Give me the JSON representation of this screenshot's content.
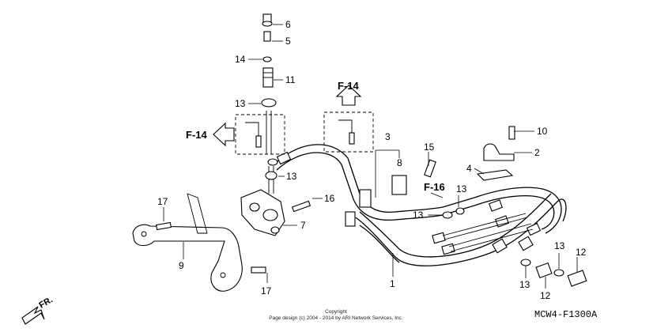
{
  "diagram": {
    "part_labels": [
      "6",
      "5",
      "14",
      "11",
      "13",
      "10",
      "2",
      "15",
      "3",
      "8",
      "4",
      "F-16",
      "13",
      "13",
      "16",
      "17",
      "7",
      "9",
      "17",
      "1",
      "13",
      "12",
      "13",
      "12"
    ],
    "references": {
      "f14_top": "F-14",
      "f14_left": "F-14"
    },
    "direction": "FR.",
    "copyright_line1": "Copyright",
    "copyright_line2": "Page design (c) 2004 - 2014 by ARI Network Services, Inc.",
    "diagram_code": "MCW4-F1300A"
  }
}
